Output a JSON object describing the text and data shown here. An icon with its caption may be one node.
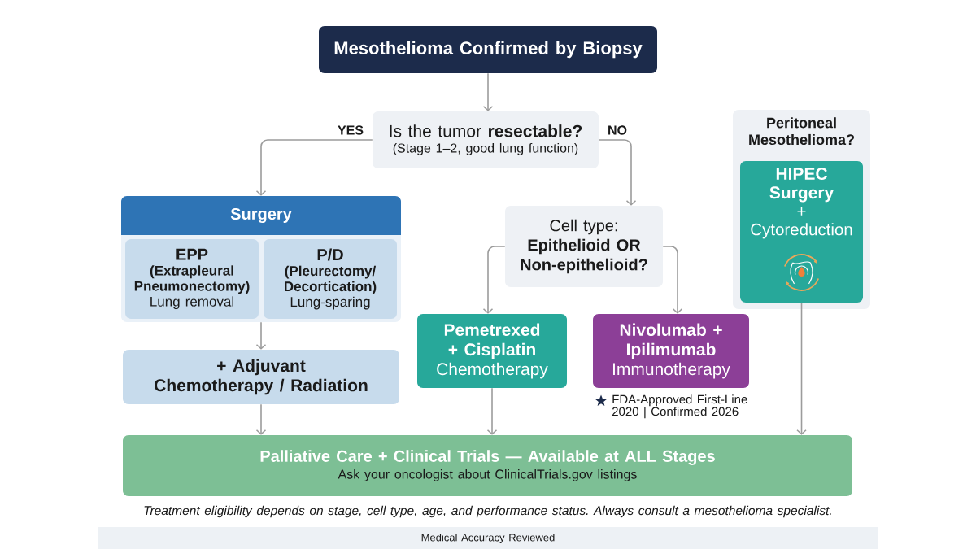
{
  "diagram": {
    "caption": "Treatment eligibility depends on stage, cell type, age, and performance status. Always consult a mesothelioma specialist.",
    "nodes": [
      {
        "text": [
          "Mesothelioma Confirmed by Biopsy"
        ]
      },
      {
        "text": [
          "Is the tumor **resectable?**",
          "(Stage 1–2, good lung function)"
        ]
      },
      {
        "text": [
          "Surgery"
        ]
      },
      {
        "text": [
          "EPP",
          "(Extrapleural Pneumonectomy)",
          "Lung removal"
        ],
        "in": 2
      },
      {
        "text": [
          "P/D",
          "(Pleurectomy/ Decortication)",
          "Lung-sparing"
        ],
        "in": 2
      },
      {
        "text": [
          "+ Adjuvant Chemotherapy / Radiation"
        ]
      },
      {
        "text": [
          "Cell type:",
          "Epithelioid OR Non-epithelioid?"
        ]
      },
      {
        "text": [
          "Pemetrexed + Cisplatin",
          "Chemotherapy"
        ]
      },
      {
        "text": [
          "Nivolumab + Ipilimumab",
          "Immunotherapy"
        ],
        "beside": [
          "FDA-Approved First-Line 2020 | Confirmed 2026"
        ]
      },
      {
        "text": [
          "Peritoneal Mesothelioma?"
        ]
      },
      {
        "text": [
          "HIPEC Surgery",
          "+ Cytoreduction"
        ],
        "in": 9
      },
      {
        "text": [
          "Palliative Care + Clinical Trials — Available at ALL Stages",
          "Ask your oncologist about ClinicalTrials.gov listings"
        ]
      }
    ],
    "edges": [
      {
        "from": 0,
        "to": 1,
        "arrow": "to"
      },
      {
        "from": 1,
        "to": 2,
        "arrow": "to",
        "label": "YES"
      },
      {
        "from": 1,
        "to": 6,
        "arrow": "to",
        "label": "NO"
      },
      {
        "from": 2,
        "to": 5,
        "arrow": "to"
      },
      {
        "from": 6,
        "to": 7,
        "arrow": "to"
      },
      {
        "from": 6,
        "to": 8,
        "arrow": "to"
      },
      {
        "from": 5,
        "to": 11,
        "arrow": "to"
      },
      {
        "from": 7,
        "to": 11,
        "arrow": "to"
      },
      {
        "from": 10,
        "to": 11,
        "arrow": "to"
      }
    ],
    "labels": [
      "Medical Accuracy Reviewed"
    ]
  }
}
